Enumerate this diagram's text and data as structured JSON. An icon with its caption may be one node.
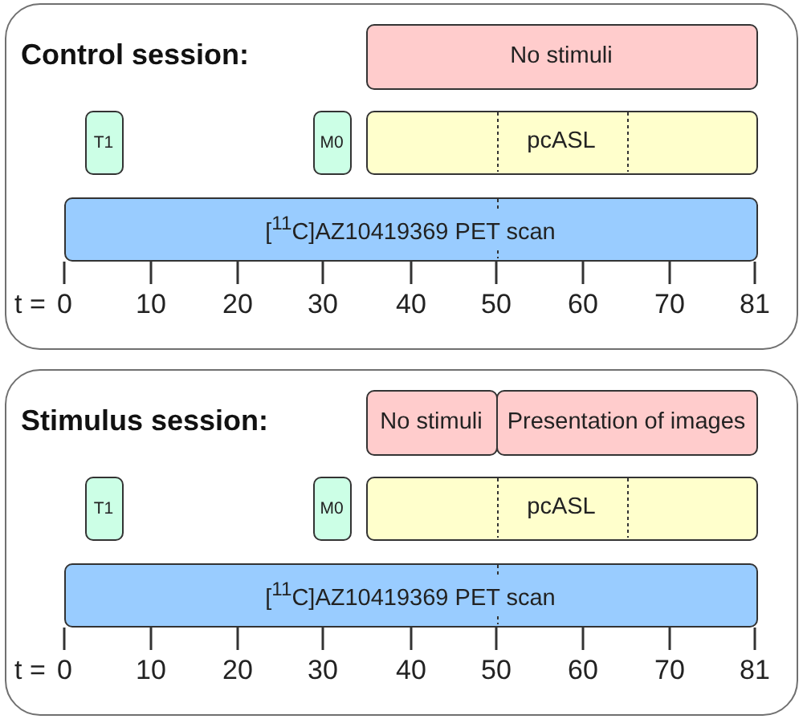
{
  "diagram": {
    "nodes": [
      {
        "text": [
          "Control session:"
        ]
      },
      {
        "text": [
          "No stimuli"
        ],
        "in": 0
      },
      {
        "text": [
          "T1"
        ],
        "in": 0
      },
      {
        "text": [
          "M0"
        ],
        "in": 0
      },
      {
        "text": [
          "pcASL"
        ],
        "in": 0
      },
      {
        "text": [
          "[$^{11}$C]AZ10419369 PET scan"
        ],
        "in": 0
      },
      {
        "text": [
          "Stimulus session:"
        ]
      },
      {
        "text": [
          "No stimuli"
        ],
        "in": 6
      },
      {
        "text": [
          "Presentation of images"
        ],
        "in": 6
      },
      {
        "text": [
          "T1"
        ],
        "in": 6
      },
      {
        "text": [
          "M0"
        ],
        "in": 6
      },
      {
        "text": [
          "pcASL"
        ],
        "in": 6
      },
      {
        "text": [
          "[$^{11}$C]AZ10419369 PET scan"
        ],
        "in": 6
      }
    ],
    "labels": [
      "t =",
      "0",
      "10",
      "20",
      "30",
      "40",
      "50",
      "60",
      "70",
      "81",
      "t =",
      "0",
      "10",
      "20",
      "30",
      "40",
      "50",
      "60",
      "70",
      "81"
    ]
  }
}
